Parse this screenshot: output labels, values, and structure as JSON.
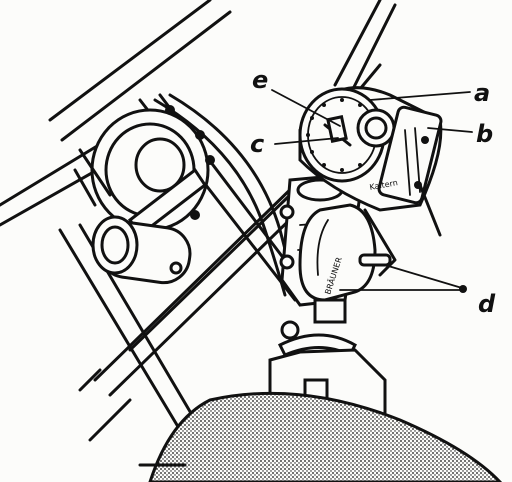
{
  "figure": {
    "callouts": [
      {
        "key": "a",
        "label": "a"
      },
      {
        "key": "b",
        "label": "b"
      },
      {
        "key": "c",
        "label": "c"
      },
      {
        "key": "d",
        "label": "d"
      },
      {
        "key": "e",
        "label": "e"
      }
    ],
    "device_text": {
      "band_marking": "BRÄUNER",
      "scale_marking": "Kaltern"
    },
    "colors": {
      "ink": "#111111",
      "paper": "#fcfcfa"
    }
  }
}
